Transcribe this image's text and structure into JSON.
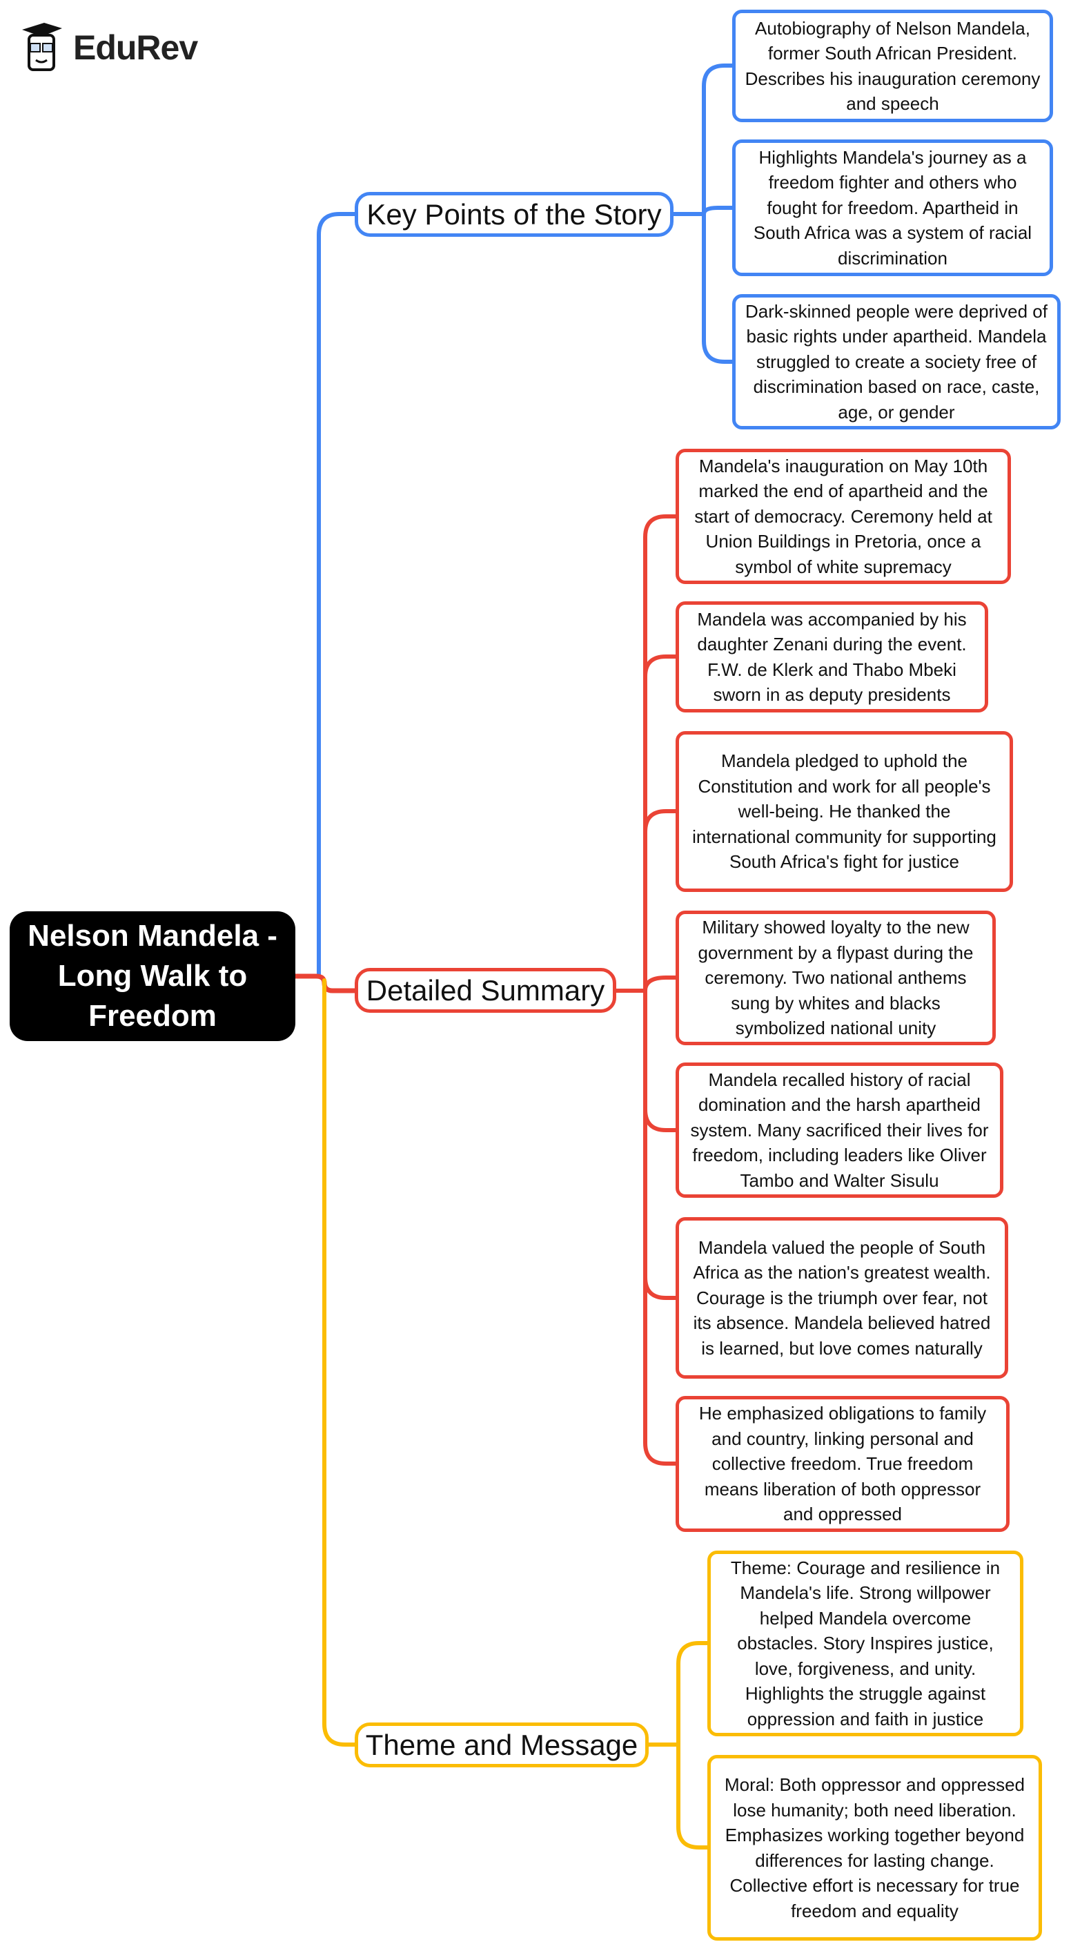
{
  "logo": {
    "text": "EduRev"
  },
  "root": {
    "title": "Nelson Mandela - Long Walk to Freedom"
  },
  "colors": {
    "blue": "#4285f4",
    "red": "#ea4335",
    "yellow": "#fbbc04"
  },
  "branches": [
    {
      "label": "Key Points of the Story",
      "leaves": [
        "Autobiography of Nelson Mandela, former South African President. Describes his inauguration ceremony and speech",
        "Highlights Mandela's journey as a freedom fighter and others who fought for freedom. Apartheid in South Africa was a system of racial discrimination",
        "Dark-skinned people were deprived of basic rights under apartheid. Mandela struggled to create a society free of discrimination based on race, caste, age, or gender"
      ]
    },
    {
      "label": "Detailed Summary",
      "leaves": [
        "Mandela's inauguration on May 10th marked the end of apartheid and the start of democracy. Ceremony held at Union Buildings in Pretoria, once a symbol of white supremacy",
        "Mandela was accompanied by his daughter Zenani during the event. F.W. de Klerk and Thabo Mbeki sworn in as deputy presidents",
        "Mandela pledged to uphold the Constitution and work for all people's well-being. He thanked the international community for supporting South Africa's fight for justice",
        "Military showed loyalty to the new government by a flypast during the ceremony. Two national anthems sung by whites and blacks symbolized national unity",
        "Mandela recalled history of racial domination and the harsh apartheid system. Many sacrificed their lives for freedom, including leaders like Oliver Tambo and Walter Sisulu",
        "Mandela valued the people of South Africa as the nation's greatest wealth. Courage is the triumph over fear, not its absence. Mandela believed hatred is learned, but love comes naturally",
        "He emphasized obligations to family and country, linking personal and collective freedom. True freedom means liberation of both oppressor and oppressed"
      ]
    },
    {
      "label": "Theme and Message",
      "leaves": [
        "Theme: Courage and resilience in Mandela's life. Strong willpower helped Mandela overcome obstacles. Story Inspires justice, love, forgiveness, and unity. Highlights the struggle against oppression and faith in justice",
        "Moral: Both oppressor and oppressed lose humanity; both need liberation. Emphasizes working together beyond differences for lasting change. Collective effort is necessary for true freedom and equality"
      ]
    }
  ]
}
